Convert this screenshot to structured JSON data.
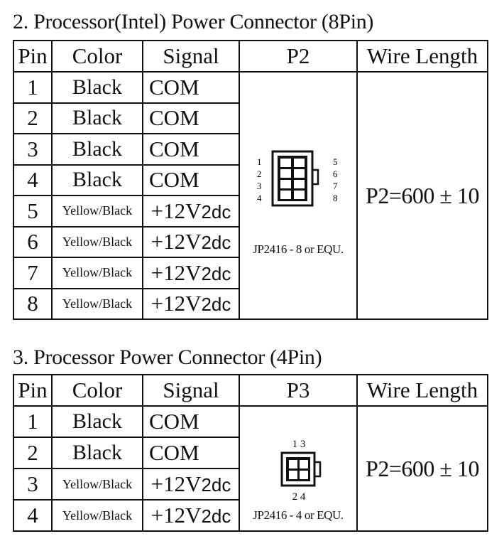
{
  "section1": {
    "title": "2. Processor(Intel) Power Connector (8Pin)",
    "headers": [
      "Pin",
      "Color",
      "Signal",
      "P2",
      "Wire Length"
    ],
    "rows": [
      {
        "pin": "1",
        "color": "Black",
        "signal": "COM"
      },
      {
        "pin": "2",
        "color": "Black",
        "signal": "COM"
      },
      {
        "pin": "3",
        "color": "Black",
        "signal": "COM"
      },
      {
        "pin": "4",
        "color": "Black",
        "signal": "COM"
      },
      {
        "pin": "5",
        "color": "Yellow/Black",
        "signal": "+12V",
        "signal_suffix": "2dc"
      },
      {
        "pin": "6",
        "color": "Yellow/Black",
        "signal": "+12V",
        "signal_suffix": "2dc"
      },
      {
        "pin": "7",
        "color": "Yellow/Black",
        "signal": "+12V",
        "signal_suffix": "2dc"
      },
      {
        "pin": "8",
        "color": "Yellow/Black",
        "signal": "+12V",
        "signal_suffix": "2dc"
      }
    ],
    "connector": {
      "pins_left": [
        "1",
        "2",
        "3",
        "4"
      ],
      "pins_right": [
        "5",
        "6",
        "7",
        "8"
      ],
      "part_label": "JP2416 - 8 or EQU."
    },
    "wire_length": "P2=600 ± 10"
  },
  "section2": {
    "title": "3. Processor Power Connector (4Pin)",
    "headers": [
      "Pin",
      "Color",
      "Signal",
      "P3",
      "Wire Length"
    ],
    "rows": [
      {
        "pin": "1",
        "color": "Black",
        "signal": "COM"
      },
      {
        "pin": "2",
        "color": "Black",
        "signal": "COM"
      },
      {
        "pin": "3",
        "color": "Yellow/Black",
        "signal": "+12V",
        "signal_suffix": "2dc"
      },
      {
        "pin": "4",
        "color": "Yellow/Black",
        "signal": "+12V",
        "signal_suffix": "2dc"
      }
    ],
    "connector": {
      "pins_top": "1 3",
      "pins_bottom": "2 4",
      "part_label": "JP2416 - 4 or EQU."
    },
    "wire_length": "P2=600 ± 10"
  }
}
